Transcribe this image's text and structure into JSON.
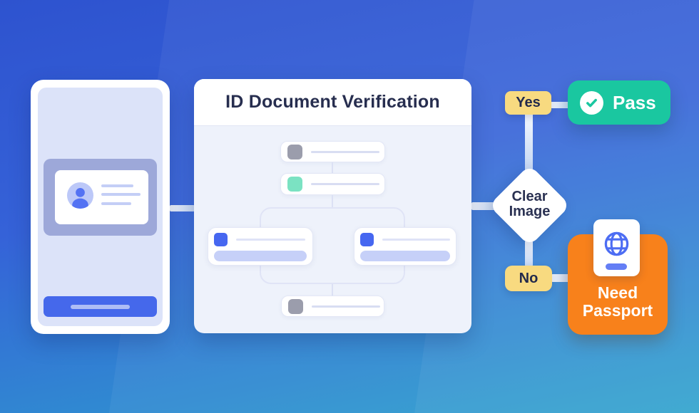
{
  "panel": {
    "title": "ID Document Verification"
  },
  "flow": {
    "yes": "Yes",
    "no": "No",
    "decision_line1": "Clear",
    "decision_line2": "Image",
    "pass": "Pass",
    "need_line1": "Need",
    "need_line2": "Passport"
  },
  "icons": {
    "avatar": "user-avatar-icon",
    "check": "checkmark-icon",
    "globe": "globe-icon"
  },
  "colors": {
    "background_top": "#2e53cf",
    "background_bottom": "#2da3cd",
    "accent_blue": "#4667f0",
    "phone_button_blue": "#4568eb",
    "success_green": "#1ac7a0",
    "warning_orange": "#f8811b",
    "label_yellow": "#f8da80",
    "mint": "#7be2c2",
    "placeholder_gray": "#9b9dac",
    "navy_text": "#272e4f"
  }
}
